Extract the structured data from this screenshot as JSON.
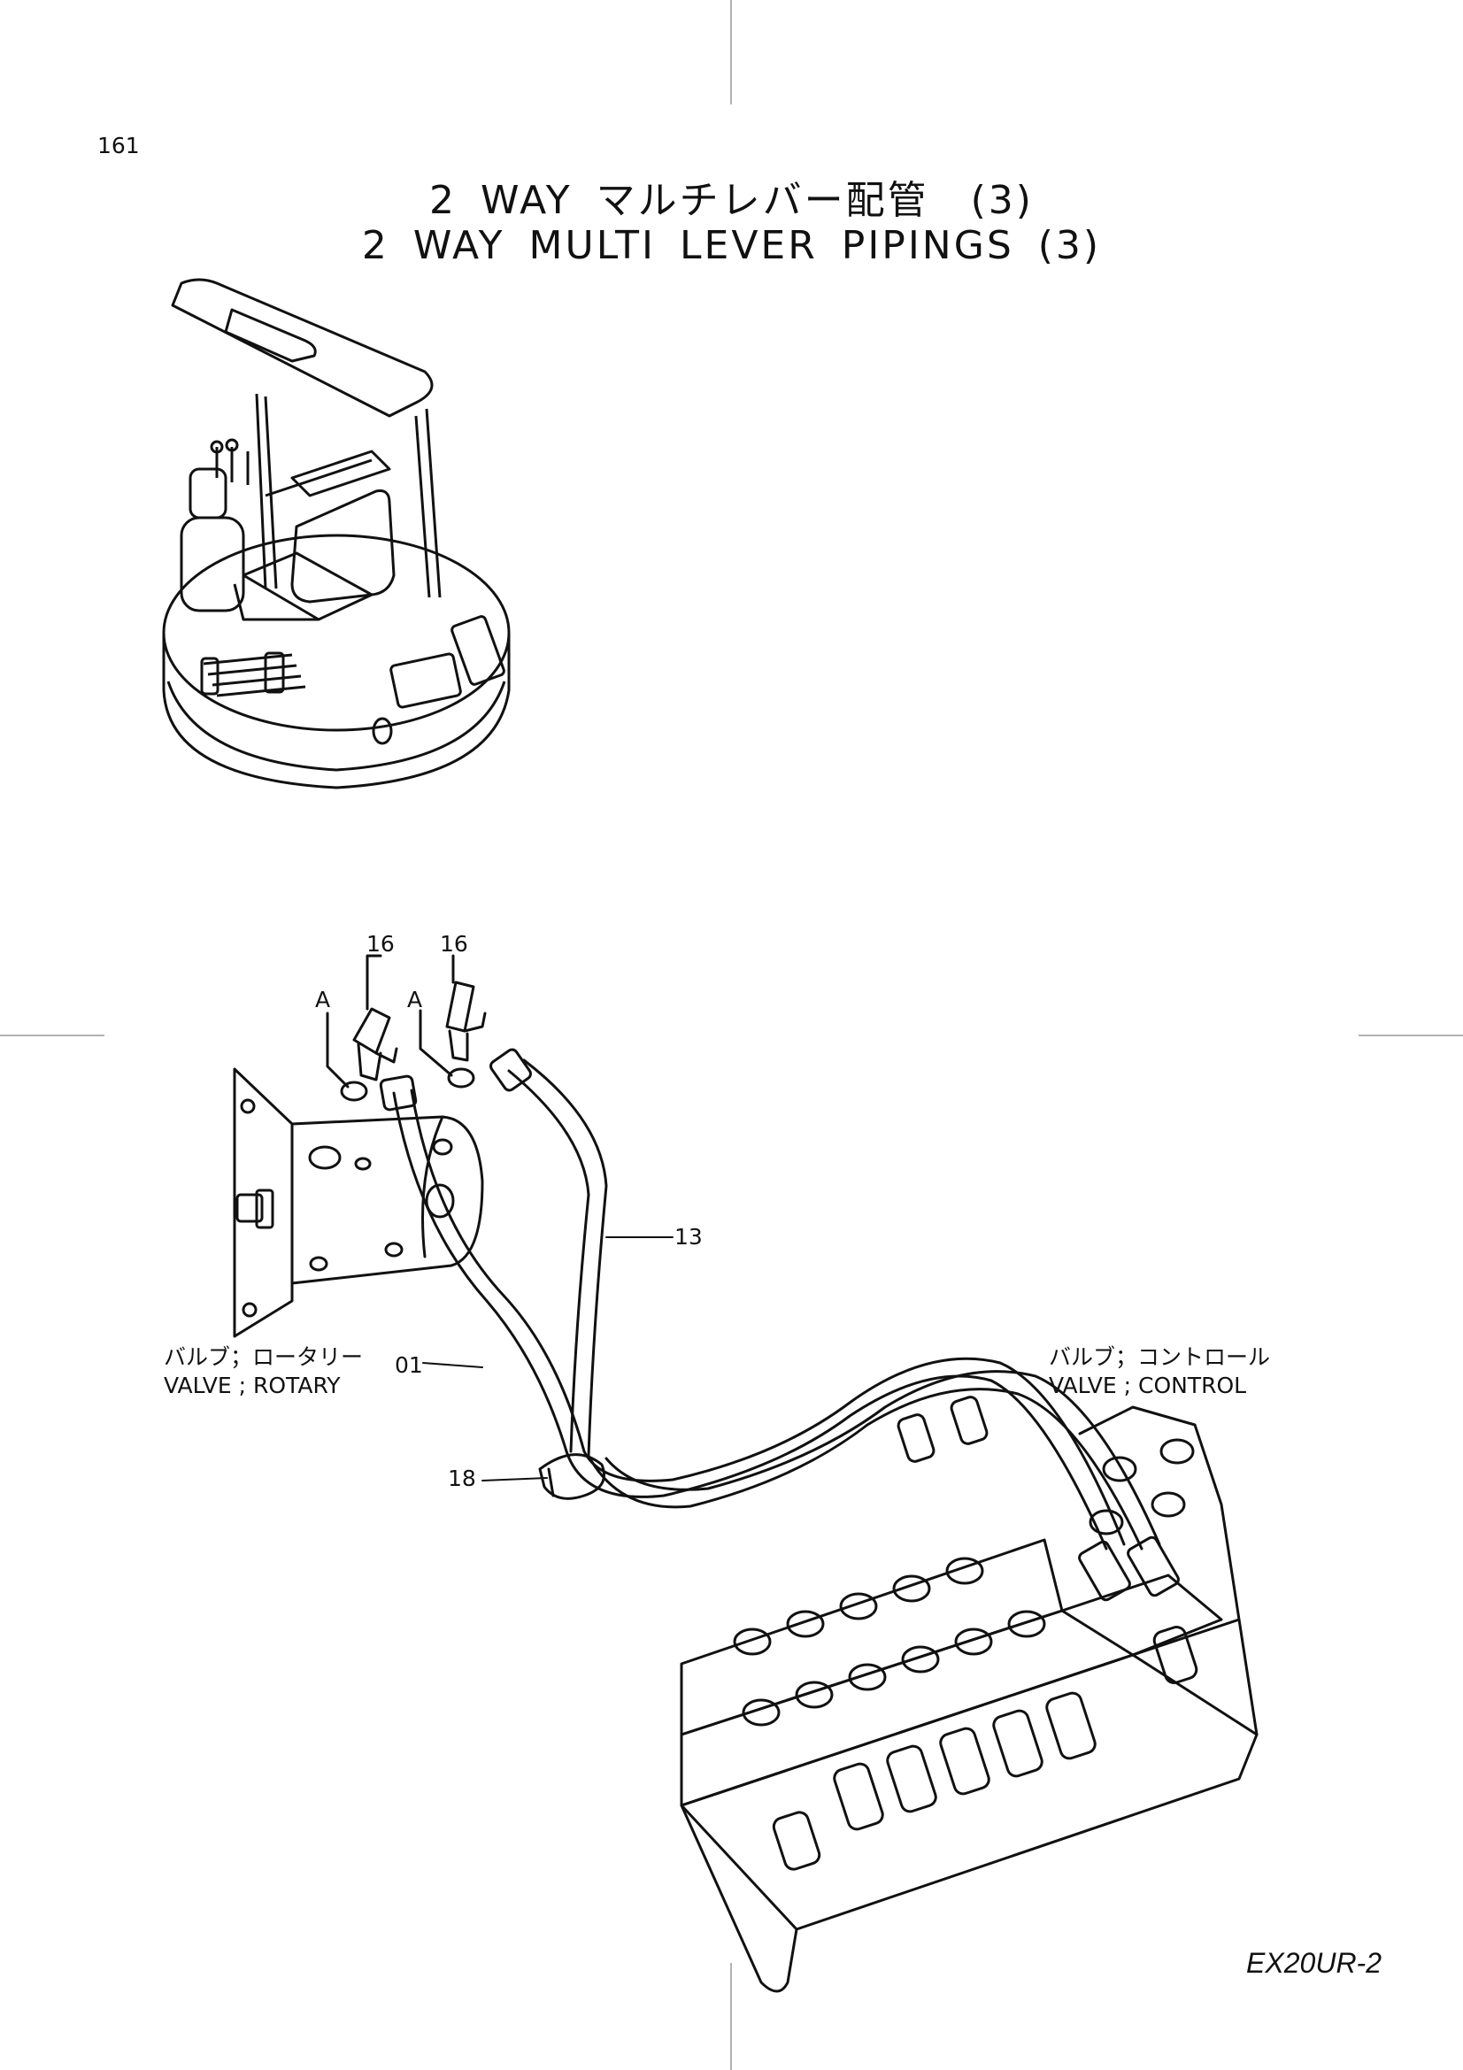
{
  "page_number": "161",
  "title": {
    "japanese": "2 WAY マルチレバー配管　(3)",
    "english": "2 WAY MULTI LEVER PIPINGS (3)"
  },
  "callouts": {
    "part_16_left": "16",
    "part_16_right": "16",
    "detail_a_left": "A",
    "detail_a_right": "A",
    "part_13": "13",
    "part_01": "01",
    "part_18": "18"
  },
  "labels": {
    "rotary_valve_jp": "バルブ；ロータリー",
    "rotary_valve_en": "VALVE ; ROTARY",
    "control_valve_jp": "バルブ；コントロール",
    "control_valve_en": "VALVE ; CONTROL"
  },
  "model_code": "EX20UR-2"
}
